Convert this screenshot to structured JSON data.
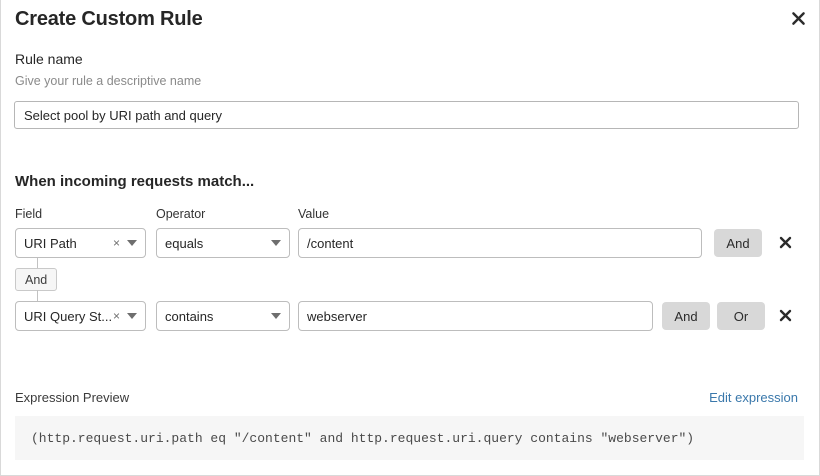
{
  "dialog": {
    "title": "Create Custom Rule",
    "close_icon": "close-icon"
  },
  "rule_name": {
    "label": "Rule name",
    "hint": "Give your rule a descriptive name",
    "value": "Select pool by URI path and query",
    "placeholder": "Select pool by URI path and query"
  },
  "conditions": {
    "heading": "When incoming requests match...",
    "columns": {
      "field": "Field",
      "operator": "Operator",
      "value": "Value"
    },
    "group_connector": "And",
    "rows": [
      {
        "field": "URI Path",
        "clear_icon": "×",
        "operator": "equals",
        "value": "/content",
        "buttons": [
          "And"
        ],
        "remove_icon": "close-icon"
      },
      {
        "field": "URI Query St...",
        "clear_icon": "×",
        "operator": "contains",
        "value": "webserver",
        "buttons": [
          "And",
          "Or"
        ],
        "remove_icon": "close-icon"
      }
    ]
  },
  "expression": {
    "label": "Expression Preview",
    "edit_link": "Edit expression",
    "text": "(http.request.uri.path eq \"/content\" and http.request.uri.query contains \"webserver\")"
  },
  "colors": {
    "link": "#3a78ab",
    "button_bg": "#d8d8d8",
    "preview_bg": "#f6f6f6",
    "border": "#bdbdbd"
  }
}
